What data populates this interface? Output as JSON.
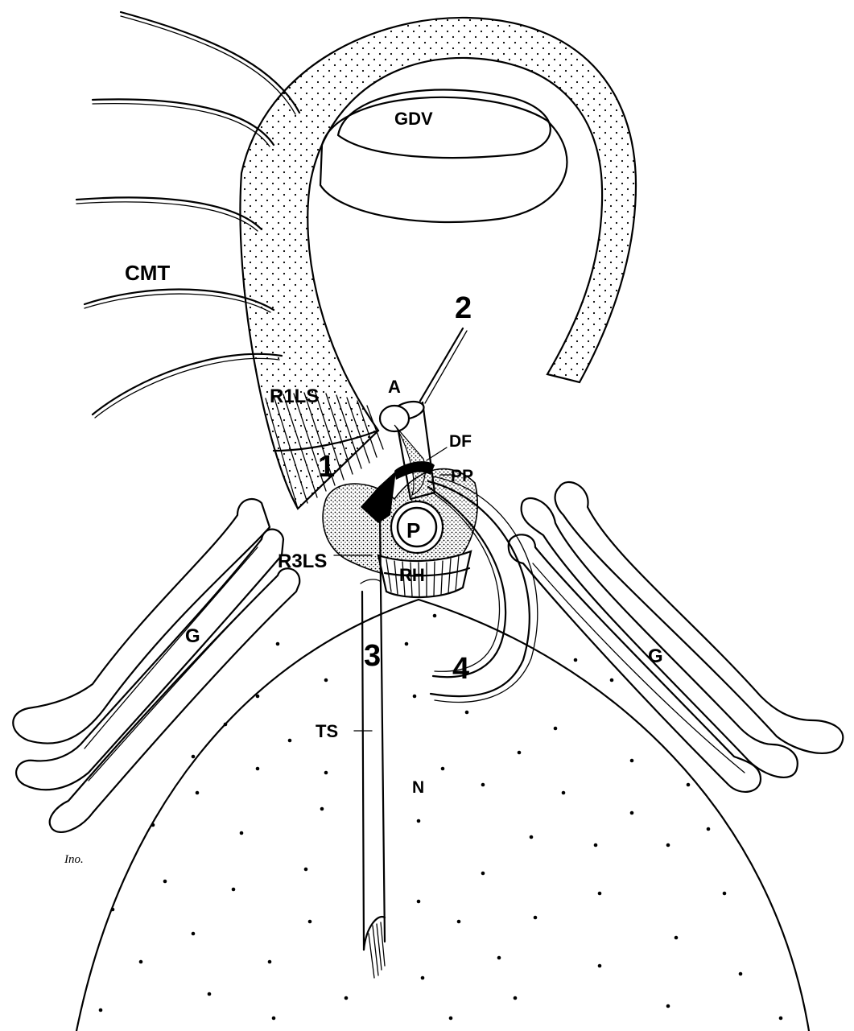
{
  "labels": {
    "gdv": "GDV",
    "cmt": "CMT",
    "r1ls": "R1LS",
    "a": "A",
    "df": "DF",
    "pp": "PP",
    "p": "P",
    "r3ls": "R3LS",
    "rh": "RH",
    "g_left": "G",
    "g_right": "G",
    "ts": "TS",
    "n": "N"
  },
  "numbers": {
    "one": "1",
    "two": "2",
    "three": "3",
    "four": "4"
  },
  "signature": "Ino.",
  "colors": {
    "ink": "#000000",
    "paper": "#ffffff",
    "stipple": "#000000"
  }
}
